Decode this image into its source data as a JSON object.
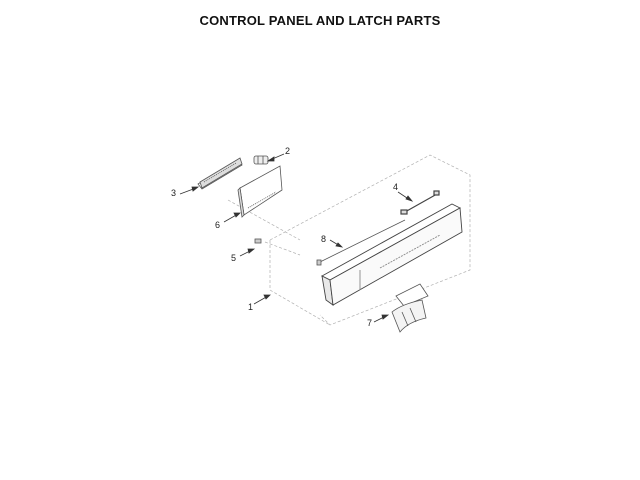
{
  "title": "CONTROL PANEL AND LATCH PARTS",
  "callouts": [
    {
      "number": "1",
      "part": "console-panel"
    },
    {
      "number": "2",
      "part": "small-clip-connector"
    },
    {
      "number": "3",
      "part": "user-interface-board"
    },
    {
      "number": "4",
      "part": "wire-harness"
    },
    {
      "number": "5",
      "part": "screw"
    },
    {
      "number": "6",
      "part": "control-board"
    },
    {
      "number": "7",
      "part": "door-latch"
    },
    {
      "number": "8",
      "part": "control-panel-strip"
    }
  ],
  "colors": {
    "line": "#555555",
    "dashed": "#aaaaaa",
    "text": "#222222"
  }
}
